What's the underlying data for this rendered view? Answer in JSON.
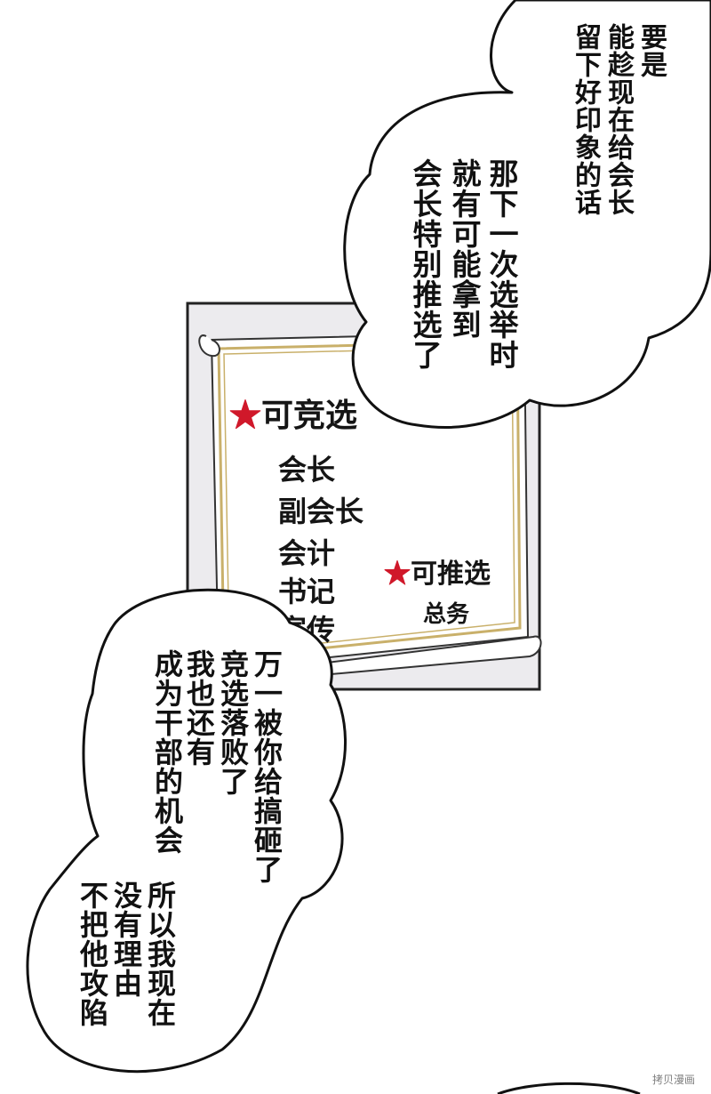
{
  "panel": {
    "background": "#ffffff",
    "board_color": "#ecebee",
    "frame_color": "#c9b06a",
    "star_color": "#d0182a"
  },
  "bubbles": {
    "top": {
      "col1": "要是",
      "col2": "能趁现在给会长",
      "col3": "留下好印象的话",
      "col4": "那下一次选举时",
      "col5": "就有可能拿到",
      "col6": "会长特别推选了"
    },
    "bottom": {
      "col1": "万一被你给搞砸了",
      "col2": "竞选落败了",
      "col3": "我也还有",
      "col4": "成为干部的机会",
      "col5": "所以我现在",
      "col6": "没有理由",
      "col7": "不把他攻陷"
    }
  },
  "notice": {
    "heading_star": "★",
    "heading": "可竞选",
    "positions": [
      "会长",
      "副会长",
      "会计",
      "书记",
      "宣传"
    ],
    "recommend_star": "★",
    "recommend_heading": "可推选",
    "recommend_item": "总务"
  },
  "watermark": "拷贝漫画",
  "icons": [
    "star-icon"
  ]
}
